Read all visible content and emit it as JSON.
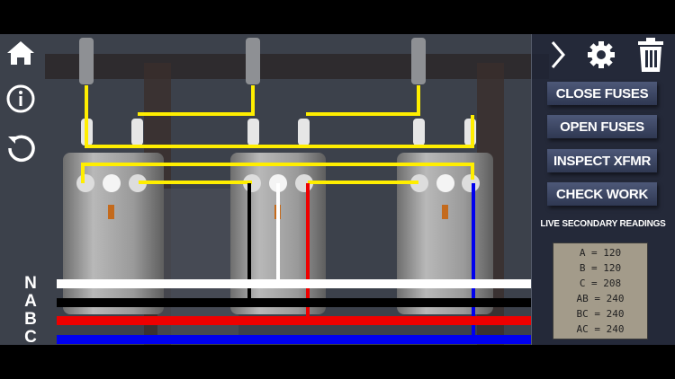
{
  "left_toolbar": {
    "icons": [
      "home-icon",
      "info-icon",
      "reset-icon"
    ]
  },
  "top_right_icons": [
    "chevron-right-icon",
    "gear-icon",
    "trash-icon"
  ],
  "buttons": {
    "close_fuses": "CLOSE FUSES",
    "open_fuses": "OPEN FUSES",
    "inspect_xfmr": "INSPECT XFMR",
    "check_work": "CHECK WORK"
  },
  "readings": {
    "title": "LIVE SECONDARY READINGS",
    "lines": [
      "A = 120",
      "B = 120",
      "C = 208",
      "AB = 240",
      "BC = 240",
      "AC = 240"
    ]
  },
  "bus_labels": {
    "n": "N",
    "a": "A",
    "b": "B",
    "c": "C"
  },
  "colors": {
    "primary_wire": "#ffee00",
    "neutral": "#ffffff",
    "phase_a": "#000000",
    "phase_b": "#ee0000",
    "phase_c": "#0000ee",
    "panel": "#1e2436"
  }
}
